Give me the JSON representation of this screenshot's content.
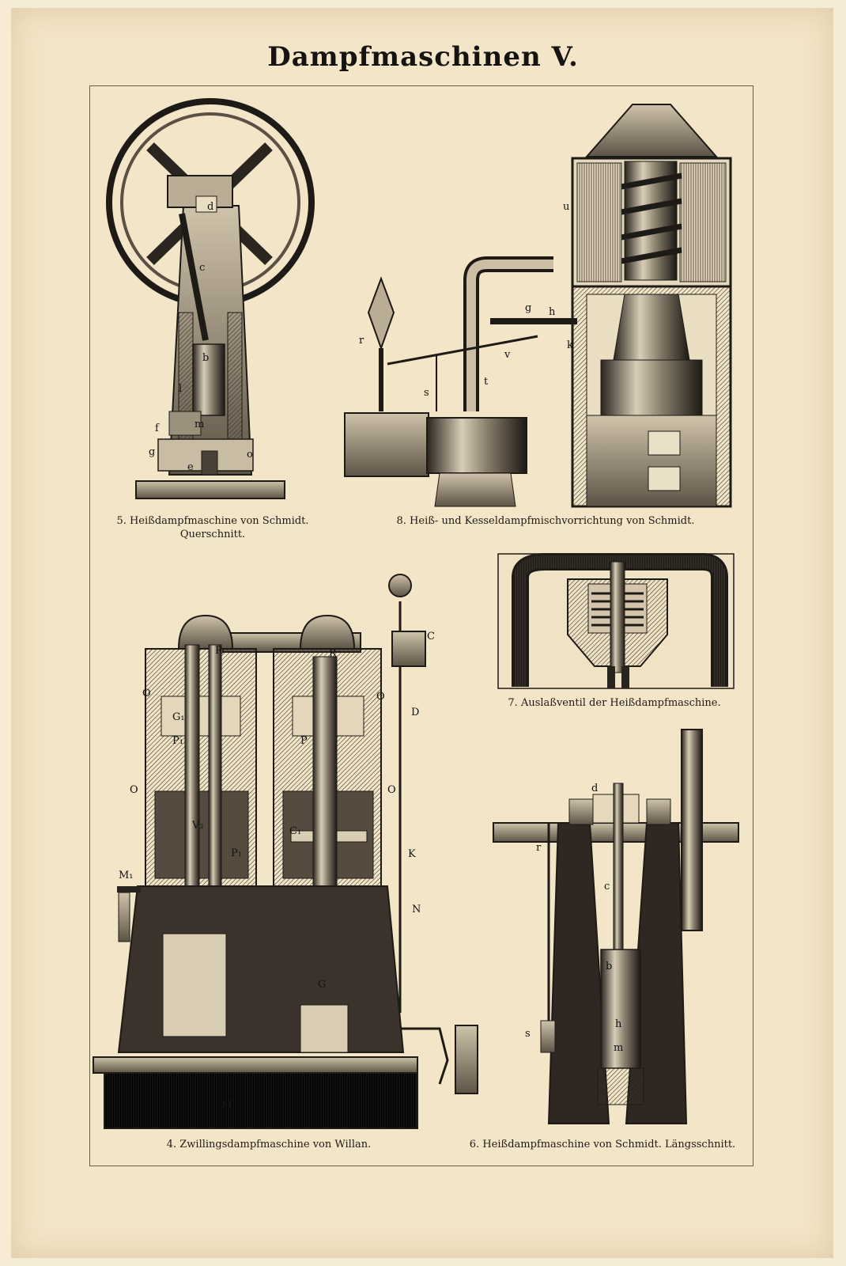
{
  "plate": {
    "title": "Dampfmaschinen V."
  },
  "figures": {
    "fig5": {
      "caption_line1": "5. Heißdampfmaschine von Schmidt.",
      "caption_line2": "Querschnitt."
    },
    "fig8": {
      "caption": "8. Heiß- und Kesseldampfmischvorrichtung von Schmidt."
    },
    "fig7": {
      "caption": "7. Auslaßventil der Heißdampfmaschine."
    },
    "fig4": {
      "caption": "4. Zwillingsdampfmaschine von Willan."
    },
    "fig6": {
      "caption": "6. Heißdampfmaschine von Schmidt. Längsschnitt."
    }
  },
  "labels": {
    "fig5": [
      "d",
      "c",
      "b",
      "l",
      "f",
      "m",
      "g",
      "e",
      "o"
    ],
    "fig8": [
      "u",
      "g",
      "h",
      "r",
      "v",
      "k",
      "s",
      "t"
    ],
    "fig4": [
      "R",
      "R",
      "C",
      "O",
      "O",
      "D",
      "G₁",
      "P₁",
      "O",
      "O",
      "V₂",
      "P₁",
      "M₁",
      "K",
      "N",
      "C₁",
      "P",
      "G",
      "M"
    ],
    "fig6": [
      "d",
      "r",
      "c",
      "b",
      "h",
      "m",
      "s"
    ]
  }
}
